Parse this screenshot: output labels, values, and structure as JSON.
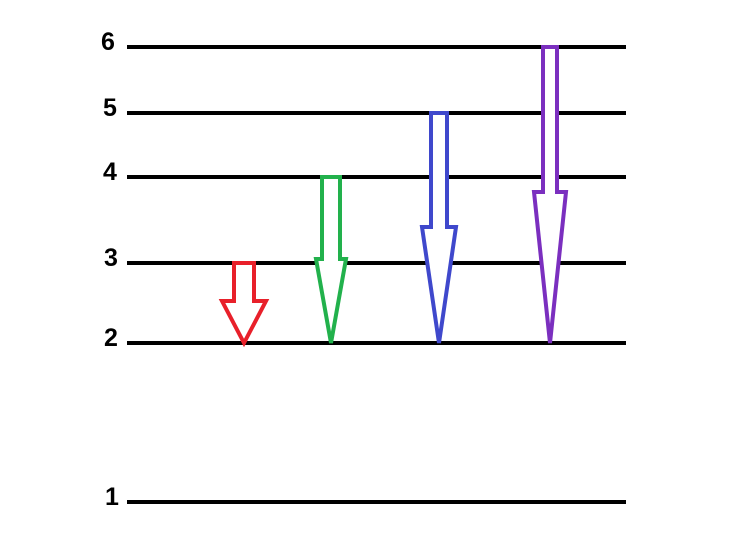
{
  "levels": [
    {
      "n": 6,
      "label": "6"
    },
    {
      "n": 5,
      "label": "5"
    },
    {
      "n": 4,
      "label": "4"
    },
    {
      "n": 3,
      "label": "3"
    },
    {
      "n": 2,
      "label": "2"
    },
    {
      "n": 1,
      "label": "1"
    }
  ],
  "transitions": [
    {
      "from": 3,
      "to": 2,
      "color": "#e8202a"
    },
    {
      "from": 4,
      "to": 2,
      "color": "#22b14c"
    },
    {
      "from": 5,
      "to": 2,
      "color": "#3f48cc"
    },
    {
      "from": 6,
      "to": 2,
      "color": "#7b2fbf"
    }
  ],
  "line_color": "#000000"
}
